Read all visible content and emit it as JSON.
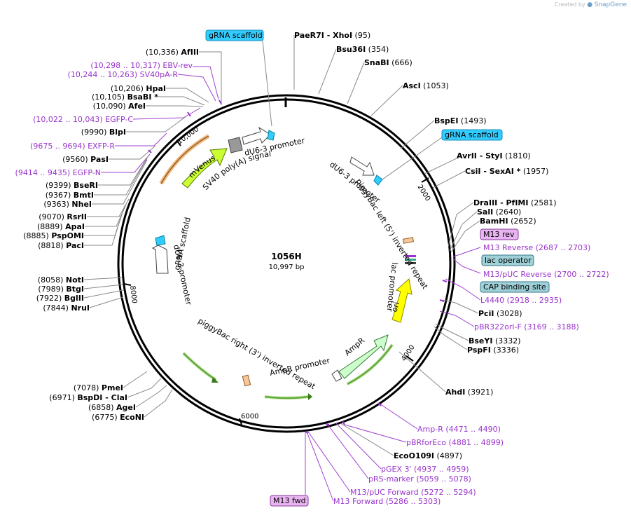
{
  "plasmid": {
    "name": "1056H",
    "size": "10,997 bp",
    "length": 10997
  },
  "branding": {
    "created_by": "Created by",
    "app": "SnapGene"
  },
  "colors": {
    "enzyme_label": "#000000",
    "primer_label": "#9933cc",
    "grna": "#33ccff",
    "ori": "#ffff00",
    "ampr": "#ccffcc",
    "mvenus": "#ccff33",
    "utr": "#999999",
    "promoter": "#ffffff",
    "ruler": "#000000",
    "leader_line": "#888888"
  },
  "ticks": [
    "2000",
    "4000",
    "6000",
    "8000",
    "10,000"
  ],
  "sites": [
    {
      "kind": "enzyme",
      "name": "AfIII",
      "pos": "(10,336)",
      "bp": 10336
    },
    {
      "kind": "primer",
      "name": "EBV-rev",
      "pos": "(10,298 .. 10,317)",
      "bp": 10307
    },
    {
      "kind": "primer",
      "name": "SV40pA-R",
      "pos": "(10,244 .. 10,263)",
      "bp": 10253
    },
    {
      "kind": "enzyme",
      "name": "HpaI",
      "pos": "(10,206)",
      "bp": 10206
    },
    {
      "kind": "enzyme",
      "name": "BsaBI *",
      "pos": "(10,105)",
      "bp": 10105
    },
    {
      "kind": "enzyme",
      "name": "AfeI",
      "pos": "(10,090)",
      "bp": 10090
    },
    {
      "kind": "primer",
      "name": "EGFP-C",
      "pos": "(10,022 .. 10,043)",
      "bp": 10032
    },
    {
      "kind": "enzyme",
      "name": "BlpI",
      "pos": "(9990)",
      "bp": 9990
    },
    {
      "kind": "primer",
      "name": "EXFP-R",
      "pos": "(9675 .. 9694)",
      "bp": 9684
    },
    {
      "kind": "enzyme",
      "name": "PasI",
      "pos": "(9560)",
      "bp": 9560
    },
    {
      "kind": "primer",
      "name": "EGFP-N",
      "pos": "(9414 .. 9435)",
      "bp": 9424
    },
    {
      "kind": "enzyme",
      "name": "BseRI",
      "pos": "(9399)",
      "bp": 9399
    },
    {
      "kind": "enzyme",
      "name": "BmtI",
      "pos": "(9367)",
      "bp": 9367
    },
    {
      "kind": "enzyme",
      "name": "NheI",
      "pos": "(9363)",
      "bp": 9363
    },
    {
      "kind": "enzyme",
      "name": "RsrII",
      "pos": "(9070)",
      "bp": 9070
    },
    {
      "kind": "enzyme",
      "name": "ApaI",
      "pos": "(8889)",
      "bp": 8889
    },
    {
      "kind": "enzyme",
      "name": "PspOMI",
      "pos": "(8885)",
      "bp": 8885
    },
    {
      "kind": "enzyme",
      "name": "PacI",
      "pos": "(8818)",
      "bp": 8818
    },
    {
      "kind": "enzyme",
      "name": "NotI",
      "pos": "(8058)",
      "bp": 8058
    },
    {
      "kind": "enzyme",
      "name": "BtgI",
      "pos": "(7989)",
      "bp": 7989
    },
    {
      "kind": "enzyme",
      "name": "BglII",
      "pos": "(7922)",
      "bp": 7922
    },
    {
      "kind": "enzyme",
      "name": "NruI",
      "pos": "(7844)",
      "bp": 7844
    },
    {
      "kind": "enzyme",
      "name": "PmeI",
      "pos": "(7078)",
      "bp": 7078
    },
    {
      "kind": "enzyme",
      "name": "BspDI  -  ClaI",
      "pos": "(6971)",
      "bp": 6971
    },
    {
      "kind": "enzyme",
      "name": "AgeI",
      "pos": "(6858)",
      "bp": 6858
    },
    {
      "kind": "enzyme",
      "name": "EcoNI",
      "pos": "(6775)",
      "bp": 6775
    },
    {
      "kind": "enzyme",
      "name": "PaeR7I  -  XhoI",
      "pos": "(95)",
      "bp": 95
    },
    {
      "kind": "enzyme",
      "name": "Bsu36I",
      "pos": "(354)",
      "bp": 354
    },
    {
      "kind": "enzyme",
      "name": "SnaBI",
      "pos": "(666)",
      "bp": 666
    },
    {
      "kind": "enzyme",
      "name": "AscI",
      "pos": "(1053)",
      "bp": 1053
    },
    {
      "kind": "enzyme",
      "name": "BspEI",
      "pos": "(1493)",
      "bp": 1493
    },
    {
      "kind": "enzyme",
      "name": "AvrII  -  StyI",
      "pos": "(1810)",
      "bp": 1810
    },
    {
      "kind": "enzyme",
      "name": "CsiI  -  SexAI *",
      "pos": "(1957)",
      "bp": 1957
    },
    {
      "kind": "enzyme",
      "name": "DraIII  -  PfIMI",
      "pos": "(2581)",
      "bp": 2581
    },
    {
      "kind": "enzyme",
      "name": "SalI",
      "pos": "(2640)",
      "bp": 2640
    },
    {
      "kind": "enzyme",
      "name": "BamHI",
      "pos": "(2652)",
      "bp": 2652
    },
    {
      "kind": "primer",
      "name": "M13 Reverse",
      "pos": "(2687 .. 2703)",
      "bp": 2695
    },
    {
      "kind": "primer",
      "name": "M13/pUC Reverse",
      "pos": "(2700 .. 2722)",
      "bp": 2711
    },
    {
      "kind": "primer",
      "name": "L4440",
      "pos": "(2918 .. 2935)",
      "bp": 2926
    },
    {
      "kind": "enzyme",
      "name": "PciI",
      "pos": "(3028)",
      "bp": 3028
    },
    {
      "kind": "primer",
      "name": "pBR322ori-F",
      "pos": "(3169 .. 3188)",
      "bp": 3178
    },
    {
      "kind": "enzyme",
      "name": "BseYI",
      "pos": "(3332)",
      "bp": 3332
    },
    {
      "kind": "enzyme",
      "name": "PspFI",
      "pos": "(3336)",
      "bp": 3336
    },
    {
      "kind": "enzyme",
      "name": "AhdI",
      "pos": "(3921)",
      "bp": 3921
    },
    {
      "kind": "primer",
      "name": "Amp-R",
      "pos": "(4471 .. 4490)",
      "bp": 4480
    },
    {
      "kind": "primer",
      "name": "pBRforEco",
      "pos": "(4881 .. 4899)",
      "bp": 4890
    },
    {
      "kind": "enzyme",
      "name": "EcoO109I",
      "pos": "(4897)",
      "bp": 4897
    },
    {
      "kind": "primer",
      "name": "pGEX 3'",
      "pos": "(4937 .. 4959)",
      "bp": 4948
    },
    {
      "kind": "primer",
      "name": "pRS-marker",
      "pos": "(5059 .. 5078)",
      "bp": 5068
    },
    {
      "kind": "primer",
      "name": "M13/pUC Forward",
      "pos": "(5272 .. 5294)",
      "bp": 5283
    },
    {
      "kind": "primer",
      "name": "M13 Forward",
      "pos": "(5286 .. 5303)",
      "bp": 5294
    }
  ],
  "boxes": [
    {
      "name": "gRNA scaffold",
      "style": "grna"
    },
    {
      "name": "gRNA scaffold",
      "style": "grna"
    },
    {
      "name": "M13 rev",
      "style": "primer"
    },
    {
      "name": "lac operator",
      "style": "op"
    },
    {
      "name": "CAP binding site",
      "style": "op"
    },
    {
      "name": "M13 fwd",
      "style": "primer"
    }
  ],
  "features": [
    {
      "label": "mVenus",
      "type": "cds"
    },
    {
      "label": "SV40 poly(A) signal",
      "type": "polyA"
    },
    {
      "label": "dU6-3 promoter",
      "type": "promoter"
    },
    {
      "label": "dU6-3 promoter",
      "type": "promoter"
    },
    {
      "label": "piggyBac left (5') inverted repeat",
      "type": "repeat"
    },
    {
      "label": "lac promoter",
      "type": "promoter"
    },
    {
      "label": "ori",
      "type": "ori"
    },
    {
      "label": "AmpR",
      "type": "cds"
    },
    {
      "label": "AmpR promoter",
      "type": "promoter"
    },
    {
      "label": "piggyBac right (3') inverted repeat",
      "type": "repeat"
    },
    {
      "label": "gRNA scaffold",
      "type": "grna"
    },
    {
      "label": "dU6-3 promoter",
      "type": "promoter"
    }
  ]
}
